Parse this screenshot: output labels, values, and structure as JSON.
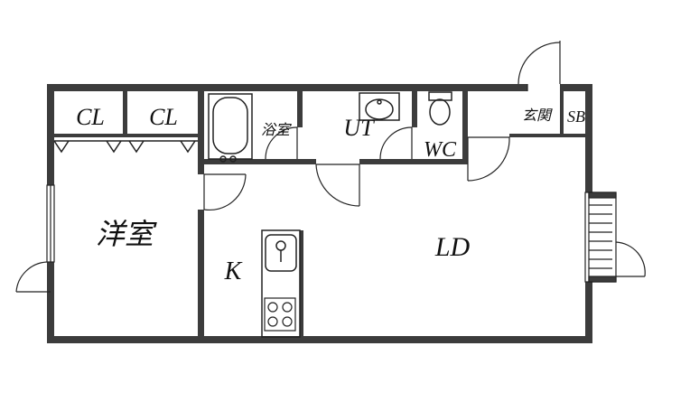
{
  "floorplan": {
    "rooms": {
      "closet_1": "CL",
      "closet_2": "CL",
      "bathroom": "浴室",
      "utility": "UT",
      "toilet": "WC",
      "entrance": "玄関",
      "shoe_box": "SB",
      "western_room": "洋室",
      "kitchen": "K",
      "living_dining": "LD"
    },
    "colors": {
      "wall": "#3c3c3c",
      "line": "#222222",
      "background": "#ffffff"
    }
  }
}
